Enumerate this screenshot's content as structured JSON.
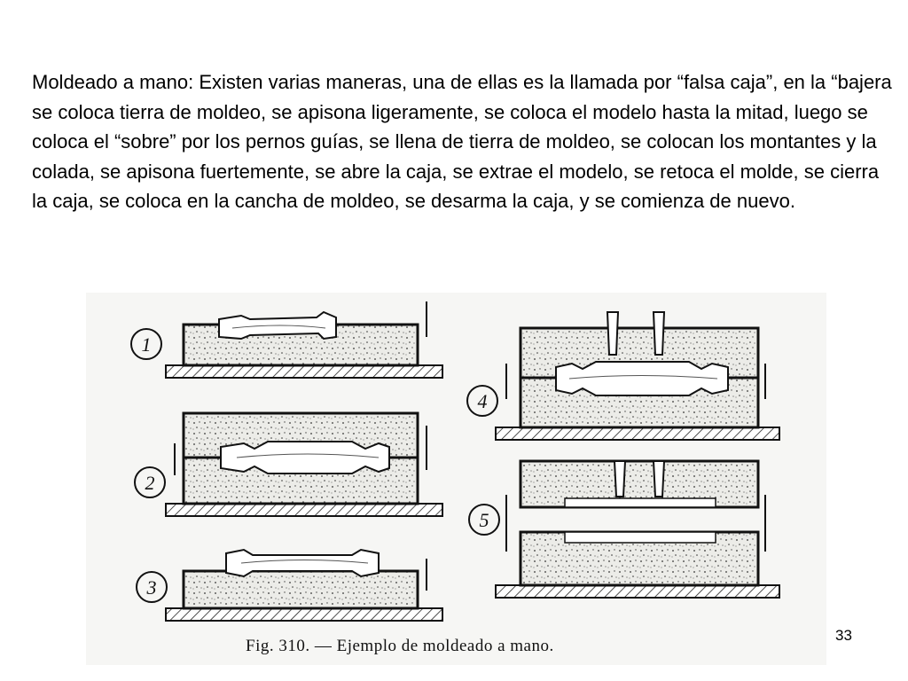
{
  "slide": {
    "body_text": "Moldeado a mano: Existen varias maneras, una de ellas es la llamada por “falsa caja”, en la “bajera se coloca tierra de moldeo, se apisona ligeramente, se coloca el modelo hasta la mitad, luego se coloca el “sobre” por los pernos guías, se llena de tierra de moldeo, se colocan los montantes y la colada, se apisona fuertemente, se abre la caja, se extrae el modelo, se retoca el molde, se cierra la caja, se coloca en la cancha de moldeo, se desarma la caja, y se comienza de nuevo.",
    "page_number": "33"
  },
  "figure": {
    "caption": "Fig. 310. — Ejemplo de moldeado a mano.",
    "step_labels": [
      "1",
      "2",
      "3",
      "4",
      "5"
    ]
  }
}
